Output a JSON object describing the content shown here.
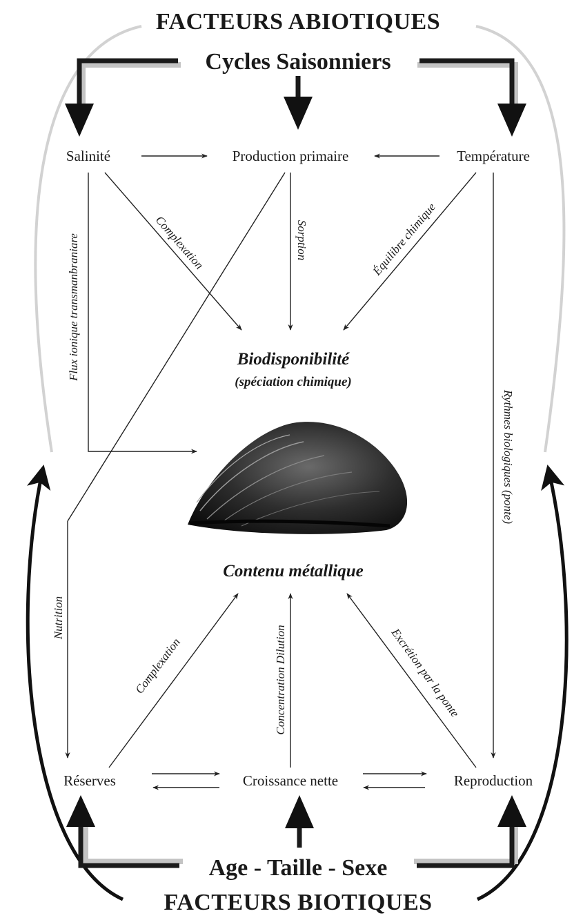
{
  "header": {
    "title": "FACTEURS ABIOTIQUES",
    "subtitle": "Cycles Saisonniers"
  },
  "footer": {
    "subtitle": "Age - Taille - Sexe",
    "title": "FACTEURS BIOTIQUES"
  },
  "nodes": {
    "salinite": "Salinité",
    "production": "Production primaire",
    "temperature": "Température",
    "bio_title": "Biodisponibilité",
    "bio_sub": "(spéciation chimique)",
    "contenu": "Contenu métallique",
    "reserves": "Réserves",
    "croissance": "Croissance nette",
    "reproduction": "Reproduction"
  },
  "edge_labels": {
    "flux": "Flux ionique transmanbraniare",
    "complexation_top": "Complexation",
    "sorption": "Sorption",
    "equilibre": "Équilibre chimique",
    "rythmes": "Rythmes biologiques (ponte)",
    "nutrition": "Nutrition",
    "complexation_bottom": "Complexation",
    "concentration": "Concentration Dilution",
    "excretion": "Excrétion par la ponte"
  },
  "icons": {
    "center": "mussel-shell-icon"
  }
}
